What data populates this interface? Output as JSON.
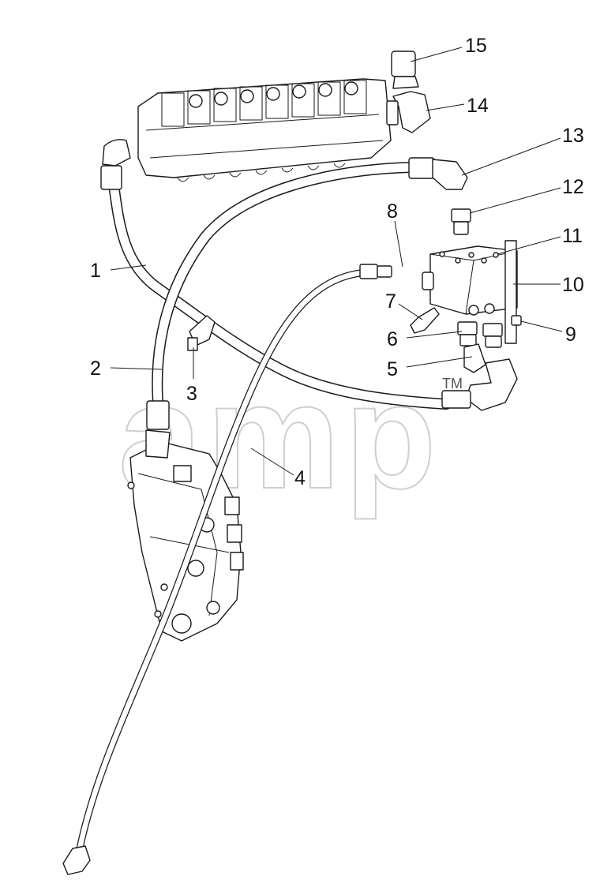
{
  "watermark": {
    "text": "amp",
    "trademark": "TM"
  },
  "callouts": [
    "1",
    "2",
    "3",
    "4",
    "5",
    "6",
    "7",
    "8",
    "9",
    "10",
    "11",
    "12",
    "13",
    "14",
    "15"
  ]
}
